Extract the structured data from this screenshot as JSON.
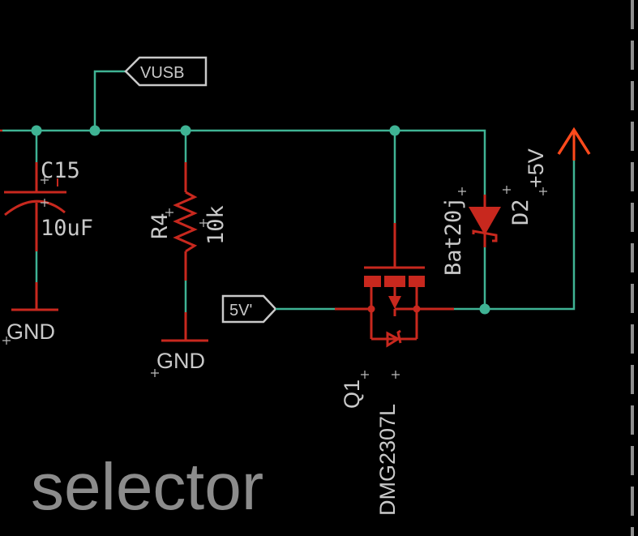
{
  "schematic": {
    "sheet_title": "selector",
    "ports": [
      {
        "name": "VUSB"
      },
      {
        "name": "5V'"
      }
    ],
    "power_symbols": [
      {
        "name": "GND",
        "attached_to": "C15"
      },
      {
        "name": "GND",
        "attached_to": "R4"
      },
      {
        "name": "+5V"
      }
    ],
    "components": [
      {
        "ref": "C15",
        "value": "10uF",
        "type": "polarized-capacitor"
      },
      {
        "ref": "R4",
        "value": "10k",
        "type": "resistor"
      },
      {
        "ref": "D2",
        "value": "Bat20j",
        "type": "schottky-diode"
      },
      {
        "ref": "Q1",
        "value": "DMG2307L",
        "type": "p-channel-mosfet"
      }
    ],
    "colors": {
      "wire": "#3fb394",
      "part": "#c8281e",
      "supply": "#ff4a1c",
      "text": "#c9c9c9",
      "title": "#8c8c8c",
      "background": "#000000"
    }
  }
}
